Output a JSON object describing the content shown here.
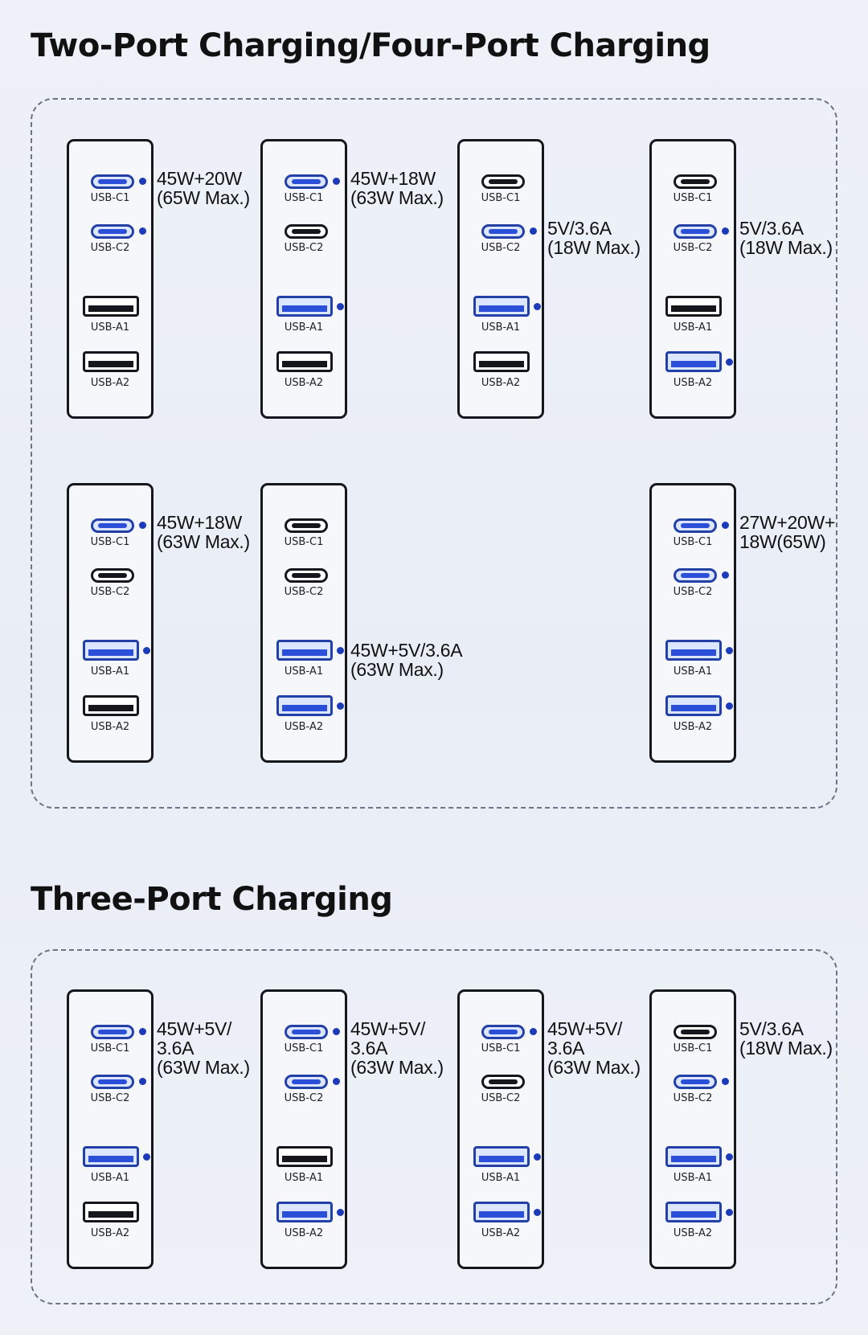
{
  "sections": [
    {
      "title": "Two-Port Charging/Four-Port Charging",
      "configs": [
        {
          "spec": "45W+20W\n(65W Max.)",
          "spec_port": "c1",
          "active": {
            "c1": true,
            "c2": true,
            "a1": false,
            "a2": false
          }
        },
        {
          "spec": "45W+18W\n(63W Max.)",
          "spec_port": "c1",
          "active": {
            "c1": true,
            "c2": false,
            "a1": true,
            "a2": false
          }
        },
        {
          "spec": "5V/3.6A\n(18W Max.)",
          "spec_port": "c2",
          "active": {
            "c1": false,
            "c2": true,
            "a1": true,
            "a2": false
          }
        },
        {
          "spec": "5V/3.6A\n(18W Max.)",
          "spec_port": "c2",
          "active": {
            "c1": false,
            "c2": true,
            "a1": false,
            "a2": true
          }
        },
        {
          "spec": "45W+18W\n(63W Max.)",
          "spec_port": "c1",
          "active": {
            "c1": true,
            "c2": false,
            "a1": true,
            "a2": false
          }
        },
        {
          "spec": "45W+5V/3.6A\n(63W Max.)",
          "spec_port": "a1",
          "active": {
            "c1": false,
            "c2": false,
            "a1": true,
            "a2": true
          }
        },
        {
          "spec": "27W+20W+\n18W(65W)",
          "spec_port": "c1",
          "active": {
            "c1": true,
            "c2": true,
            "a1": true,
            "a2": true
          }
        }
      ]
    },
    {
      "title": "Three-Port Charging",
      "configs": [
        {
          "spec": "45W+5V/\n3.6A\n(63W Max.)",
          "spec_port": "c1",
          "active": {
            "c1": true,
            "c2": true,
            "a1": true,
            "a2": false
          }
        },
        {
          "spec": "45W+5V/\n3.6A\n(63W Max.)",
          "spec_port": "c1",
          "active": {
            "c1": true,
            "c2": true,
            "a1": false,
            "a2": true
          }
        },
        {
          "spec": "45W+5V/\n3.6A\n(63W Max.)",
          "spec_port": "c1",
          "active": {
            "c1": true,
            "c2": false,
            "a1": true,
            "a2": true
          }
        },
        {
          "spec": "5V/3.6A\n(18W Max.)",
          "spec_port": "c1",
          "active": {
            "c1": false,
            "c2": true,
            "a1": true,
            "a2": true
          }
        }
      ]
    }
  ],
  "port_labels": {
    "c1": "USB-C1",
    "c2": "USB-C2",
    "a1": "USB-A1",
    "a2": "USB-A2"
  },
  "colors": {
    "active": "#2b4fd8",
    "indicator_dot": "#1d3ab8",
    "inactive": "#15171c"
  }
}
